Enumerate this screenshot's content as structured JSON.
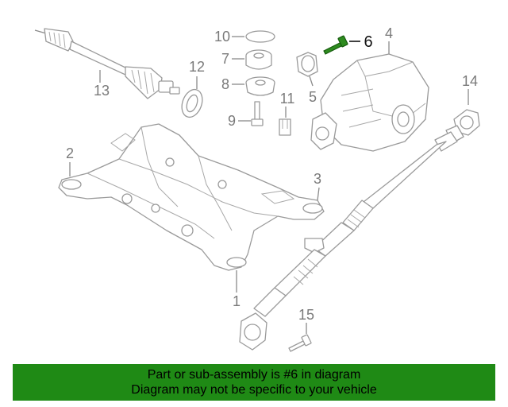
{
  "diagram": {
    "callouts": [
      "1",
      "2",
      "3",
      "4",
      "5",
      "6",
      "7",
      "8",
      "9",
      "10",
      "11",
      "12",
      "13",
      "14",
      "15"
    ],
    "highlight_color": "#2e8b1f"
  },
  "footer": {
    "line1": "Part or sub-assembly is #6 in diagram",
    "line2": "Diagram may not be specific to your vehicle",
    "background": "#1f8a15"
  }
}
